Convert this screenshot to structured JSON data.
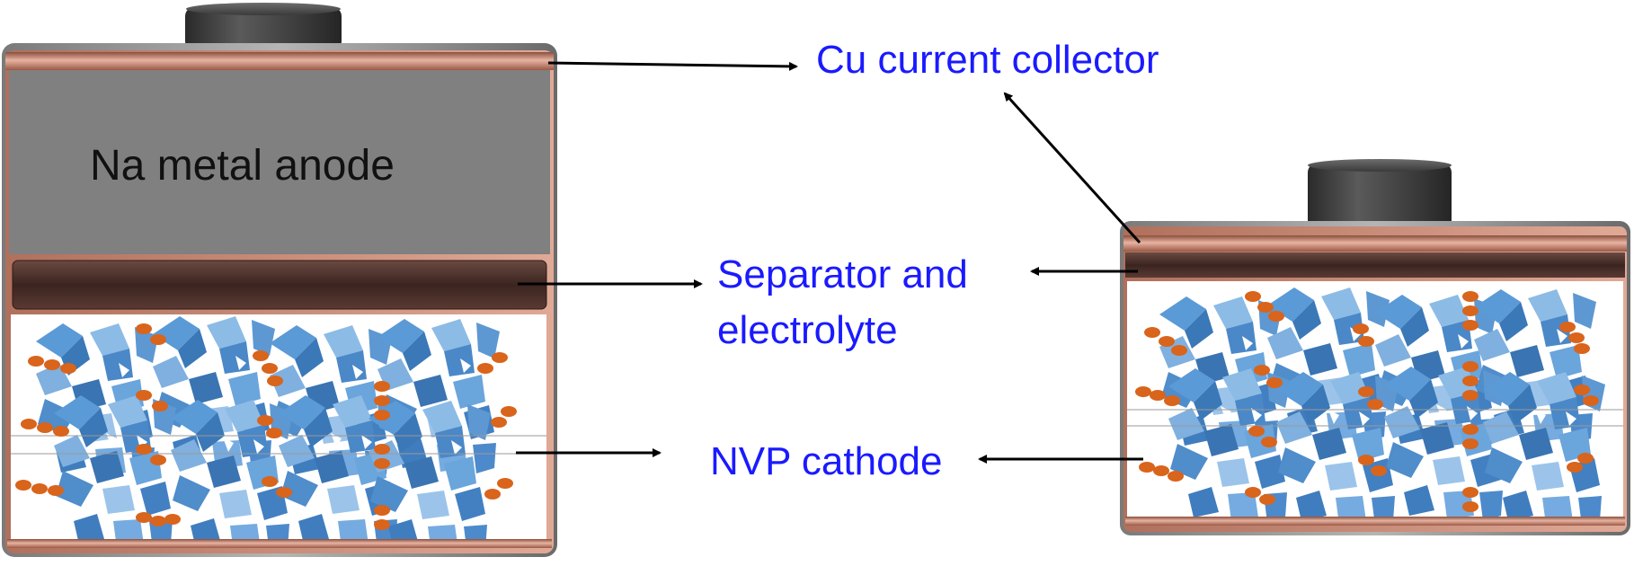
{
  "labels": {
    "anode": "Na  metal anode",
    "cu_collector": "Cu current collector",
    "separator_line1": "Separator and",
    "separator_line2": "electrolyte",
    "cathode": "NVP cathode"
  },
  "colors": {
    "label_blue": "#1a1aff",
    "anode_gray": "#808080",
    "copper": "#d79a85",
    "separator_brown": "#4a2e28",
    "crystal_blue": "#4a8fd0",
    "sodium_orange": "#d9641c",
    "cap_dark": "#3c3c3c",
    "arrow_black": "#000000"
  },
  "icons": {
    "cathode_texture": "nvp-crystal-polyhedra",
    "ions": "sodium-ion-dots"
  }
}
